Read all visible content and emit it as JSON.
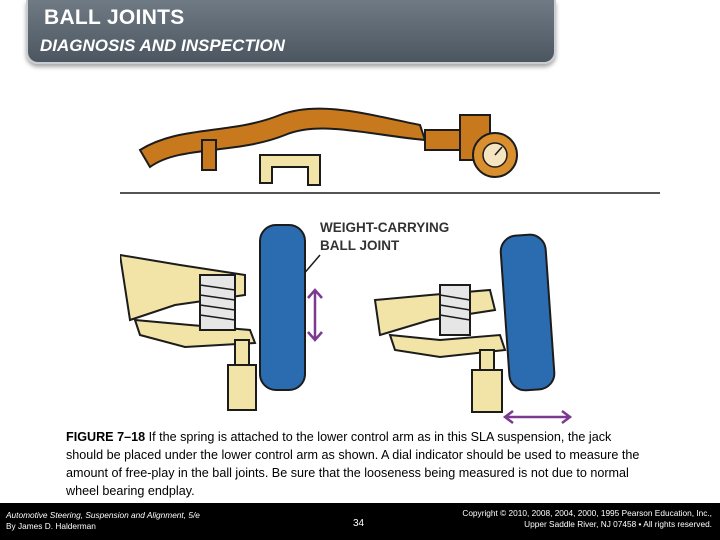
{
  "header": {
    "title": "BALL JOINTS",
    "subtitle": "DIAGNOSIS AND INSPECTION"
  },
  "figure": {
    "callout_line1": "WEIGHT-CARRYING",
    "callout_line2": "BALL JOINT",
    "colors": {
      "tire": "#2b6bb0",
      "arm": "#f2e3a6",
      "tool": "#c8791e",
      "outline": "#1c1c1c",
      "arrow": "#7a3b8f"
    }
  },
  "caption": {
    "label": "FIGURE 7–18",
    "text": " If the spring is attached to the lower control arm as in this SLA suspension, the jack should be placed under the lower control arm as shown. A dial indicator should be used to measure the amount of free-play in the ball joints. Be sure that the looseness being measured is not due to normal wheel bearing endplay."
  },
  "footer": {
    "book_title": "Automotive Steering, Suspension and Alignment, 5/e",
    "author": "By James D. Halderman",
    "page_number": "34",
    "copyright_line1": "Copyright © 2010, 2008, 2004, 2000, 1995 Pearson Education, Inc.,",
    "copyright_line2": "Upper Saddle River, NJ 07458 • All rights reserved."
  }
}
